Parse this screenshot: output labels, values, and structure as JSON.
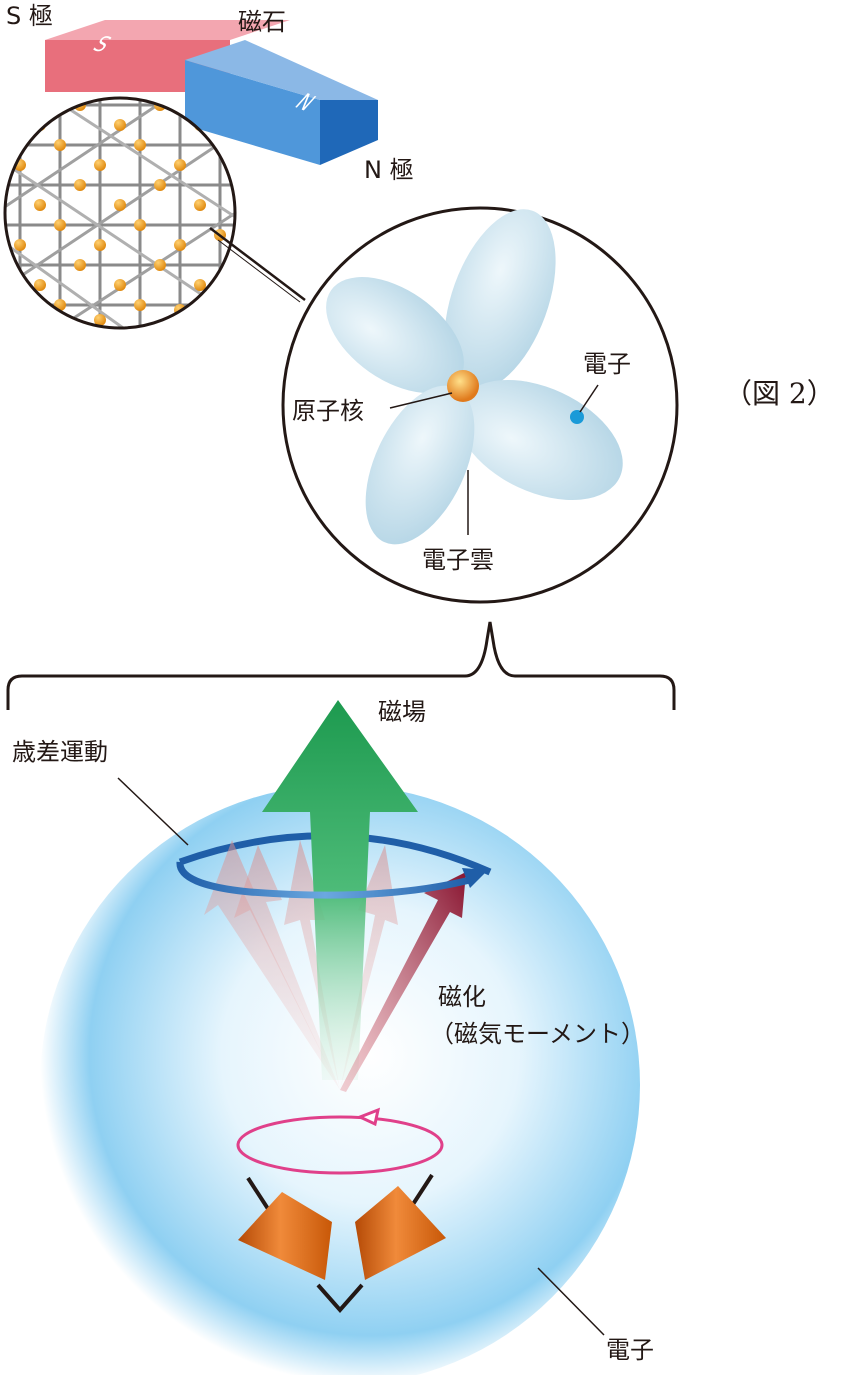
{
  "figure_label": "（図 2）",
  "magnet": {
    "title": "磁石",
    "s_pole": "S 極",
    "n_pole": "N 極",
    "s_face": "S",
    "n_face": "N",
    "colors": {
      "s": "#e8707d",
      "n": "#3f8fd6"
    }
  },
  "atom": {
    "nucleus": "原子核",
    "electron": "電子",
    "electron_cloud": "電子雲"
  },
  "lower": {
    "magnetic_field": "磁場",
    "precession": "歳差運動",
    "magnetization_line1": "磁化",
    "magnetization_line2": "（磁気モーメント）",
    "electron": "電子"
  },
  "colors": {
    "field_arrow": "#1d9a4f",
    "magnetization_arrow": "#8a1530",
    "precession_ring": "#1f5ea8",
    "spin_ring": "#e0408a",
    "tops": "#d45a0a",
    "sphere": "#7cc8f0",
    "atom_dot": "#f2a33a"
  }
}
